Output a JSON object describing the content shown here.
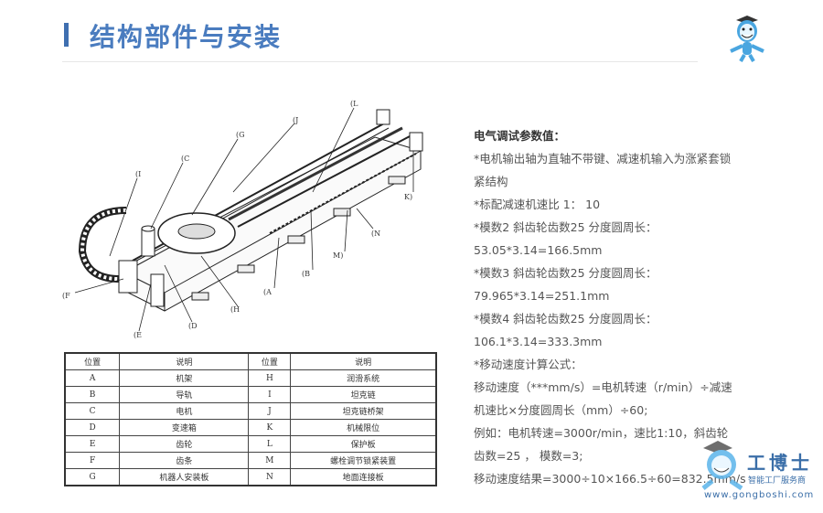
{
  "header": {
    "title": "结构部件与安装"
  },
  "diagram": {
    "labels": {
      "I": "(I",
      "C": "(C",
      "G": "(G",
      "J": "(J",
      "L": "(L",
      "K": "K)",
      "N": "(N",
      "M": "M)",
      "B": "(B",
      "A": "(A",
      "H": "(H",
      "D": "(D",
      "E": "(E",
      "F": "(F"
    }
  },
  "parts_table": {
    "headers": [
      "位置",
      "说明",
      "位置",
      "说明"
    ],
    "rows": [
      [
        "A",
        "机架",
        "H",
        "润滑系统"
      ],
      [
        "B",
        "导轨",
        "I",
        "坦克链"
      ],
      [
        "C",
        "电机",
        "J",
        "坦克链桥架"
      ],
      [
        "D",
        "变速箱",
        "K",
        "机械限位"
      ],
      [
        "E",
        "齿轮",
        "L",
        "保护板"
      ],
      [
        "F",
        "齿条",
        "M",
        "螺栓调节锁紧装置"
      ],
      [
        "G",
        "机器人安装板",
        "N",
        "地面连接板"
      ]
    ]
  },
  "params": {
    "heading": "电气调试参数值：",
    "lines": [
      "*电机输出轴为直轴不带键、减速机输入为涨紧套锁",
      "紧结构",
      "*标配减速机速比 1：  10",
      "*模数2   斜齿轮齿数25   分度圆周长：",
      "53.05*3.14=166.5mm",
      "*模数3   斜齿轮齿数25   分度圆周长：",
      "79.965*3.14=251.1mm",
      "*模数4   斜齿轮齿数25   分度圆周长：",
      "106.1*3.14=333.3mm",
      "*移动速度计算公式：",
      "移动速度（***mm/s）=电机转速（r/min）÷减速",
      "机速比×分度圆周长（mm）÷60;",
      "例如：电机转速=3000r/min，速比1:10，斜齿轮",
      "齿数=25 ， 模数=3;",
      "移动速度结果=3000÷10×166.5÷60=832.5mm/s"
    ]
  },
  "watermark": {
    "brand": "工博士",
    "tagline": "智能工厂服务商",
    "url": "www.gongboshi.com"
  }
}
